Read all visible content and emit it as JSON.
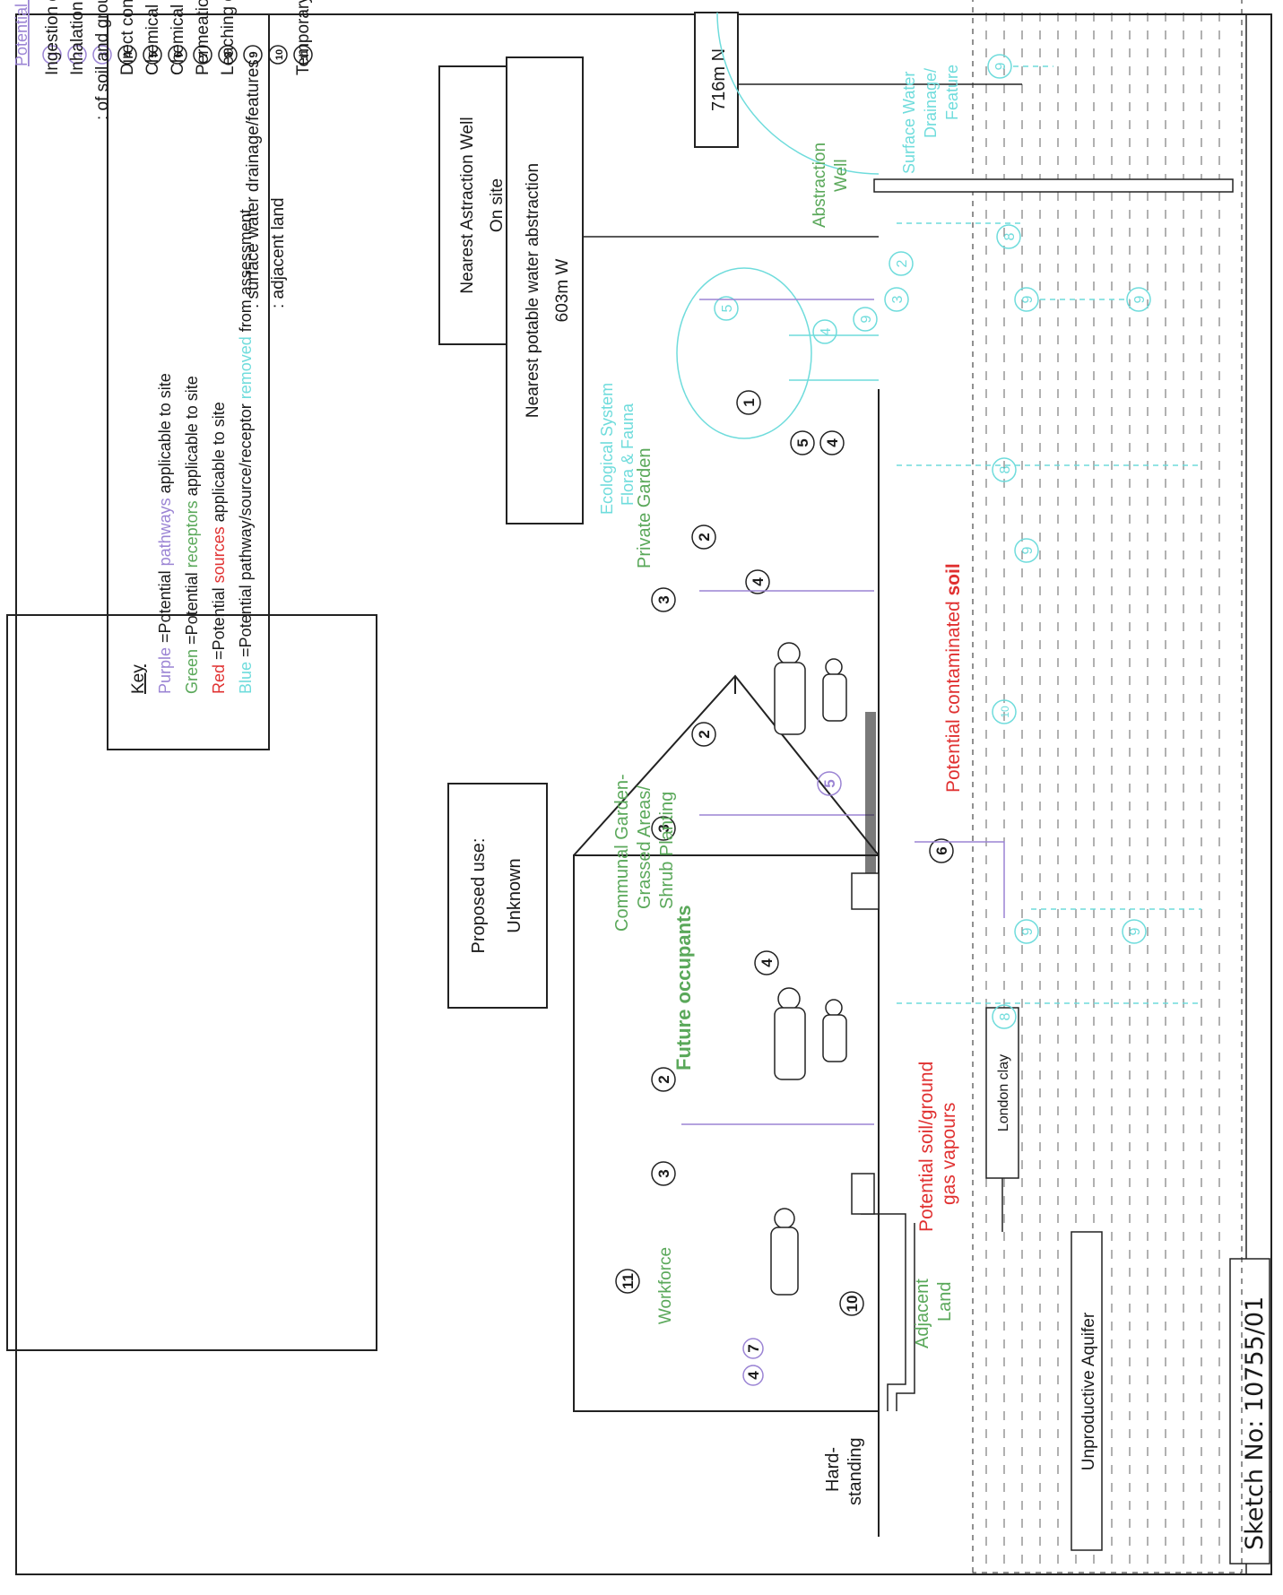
{
  "sketch_no": "Sketch No: 10755/01",
  "pathways_box": {
    "title": "Potential Pathways",
    "items": [
      {
        "num": "1",
        "text": "Ingestion of contaminants attached to vegetation"
      },
      {
        "num": "2",
        "text": "Inhalation: of contaminants through soil/dust/particles"
      },
      {
        "num": "3",
        "text": ": of soil and ground gas vapours"
      },
      {
        "num": "4",
        "text": "Direct contact with contaminants in soil/dust or water"
      },
      {
        "num": "5",
        "text": "Chemical attack to vegetation"
      },
      {
        "num": "6",
        "text": "Chemical attack on building materials/structures"
      },
      {
        "num": "7",
        "text": "Permeation of contamination through water main pipework"
      },
      {
        "num": "8",
        "text": "Leaching of contamination to: a ground water system"
      },
      {
        "num": "9",
        "text": ": surface water drainage/features"
      },
      {
        "num": "10",
        "text": ": adjacent land"
      },
      {
        "num": "11",
        "text": "Temporary risk to workforce during construction"
      }
    ]
  },
  "key_box": {
    "title": "Key",
    "rows": [
      {
        "color_word": "Purple",
        "mid": "=Potential",
        "kind": "pathways",
        "tail": "applicable to site",
        "color": "#9b84d4"
      },
      {
        "color_word": "Green",
        "mid": "=Potential",
        "kind": "receptors",
        "tail": "applicable to site",
        "color": "#5aa85a"
      },
      {
        "color_word": "Red",
        "mid": "=Potential",
        "kind": "sources",
        "tail": "applicable to site",
        "color": "#e03030"
      },
      {
        "color_word": "Blue",
        "mid": "=Potential pathway/source/receptor",
        "kind": "removed",
        "tail": "from assessment",
        "color": "#6fdcdc"
      }
    ]
  },
  "proposed_use": {
    "label": "Proposed use:",
    "value": "Unknown"
  },
  "wells": {
    "nearest_well_line1": "Nearest Astraction Well",
    "nearest_well_line2": "On site",
    "potable_line1": "Nearest potable water abstraction",
    "potable_line2": "603m W",
    "distance_n": "716m N"
  },
  "receptors": {
    "workforce": "Workforce",
    "future_occupants": "Future occupants",
    "communal_line1": "Communal Garden-",
    "communal_line2": "Grassed Areas/",
    "communal_line3": "Shrub Planting",
    "private_garden": "Private Garden",
    "adjacent_line1": "Adjacent",
    "adjacent_line2": "Land",
    "abstraction_line1": "Abstraction",
    "abstraction_line2": "Well",
    "eco_line1": "Ecological System",
    "eco_line2": "Flora & Fauna",
    "surface_line1": "Surface Water",
    "surface_line2": "Drainage/",
    "surface_line3": "Feature"
  },
  "sources": {
    "vapours_line1": "Potential soil/ground",
    "vapours_line2": "gas vapours",
    "soil_prefix": "Potential contaminated",
    "soil_word": "soil"
  },
  "ground": {
    "hardstanding_line1": "Hard-",
    "hardstanding_line2": "standing",
    "london_clay": "London clay",
    "aquifer": "Unproductive Aquifer"
  },
  "markers": {
    "workforce_n": "11",
    "adjacent_n": "10",
    "pipe_a": "4",
    "pipe_b": "7",
    "bldg_3": "3",
    "bldg_2": "2",
    "bldg_4": "4",
    "comm_3": "3",
    "comm_2": "2",
    "comm_5": "5",
    "comm_6": "6",
    "comm_4": "4",
    "gard_3": "3",
    "gard_2": "2",
    "gard_1": "1",
    "gard_5": "5",
    "gard_4": "4",
    "eco_5": "5",
    "eco_4": "4",
    "eco_3": "3",
    "eco_2": "2",
    "eco_9": "9",
    "sw_9": "9",
    "aq_8a": "8",
    "aq_9a": "9",
    "aq_9b": "9",
    "aq_10": "10",
    "aq_9c": "9",
    "aq_8b": "8",
    "aq_9d": "9",
    "aq_9e": "9",
    "aq_8c": "8"
  }
}
